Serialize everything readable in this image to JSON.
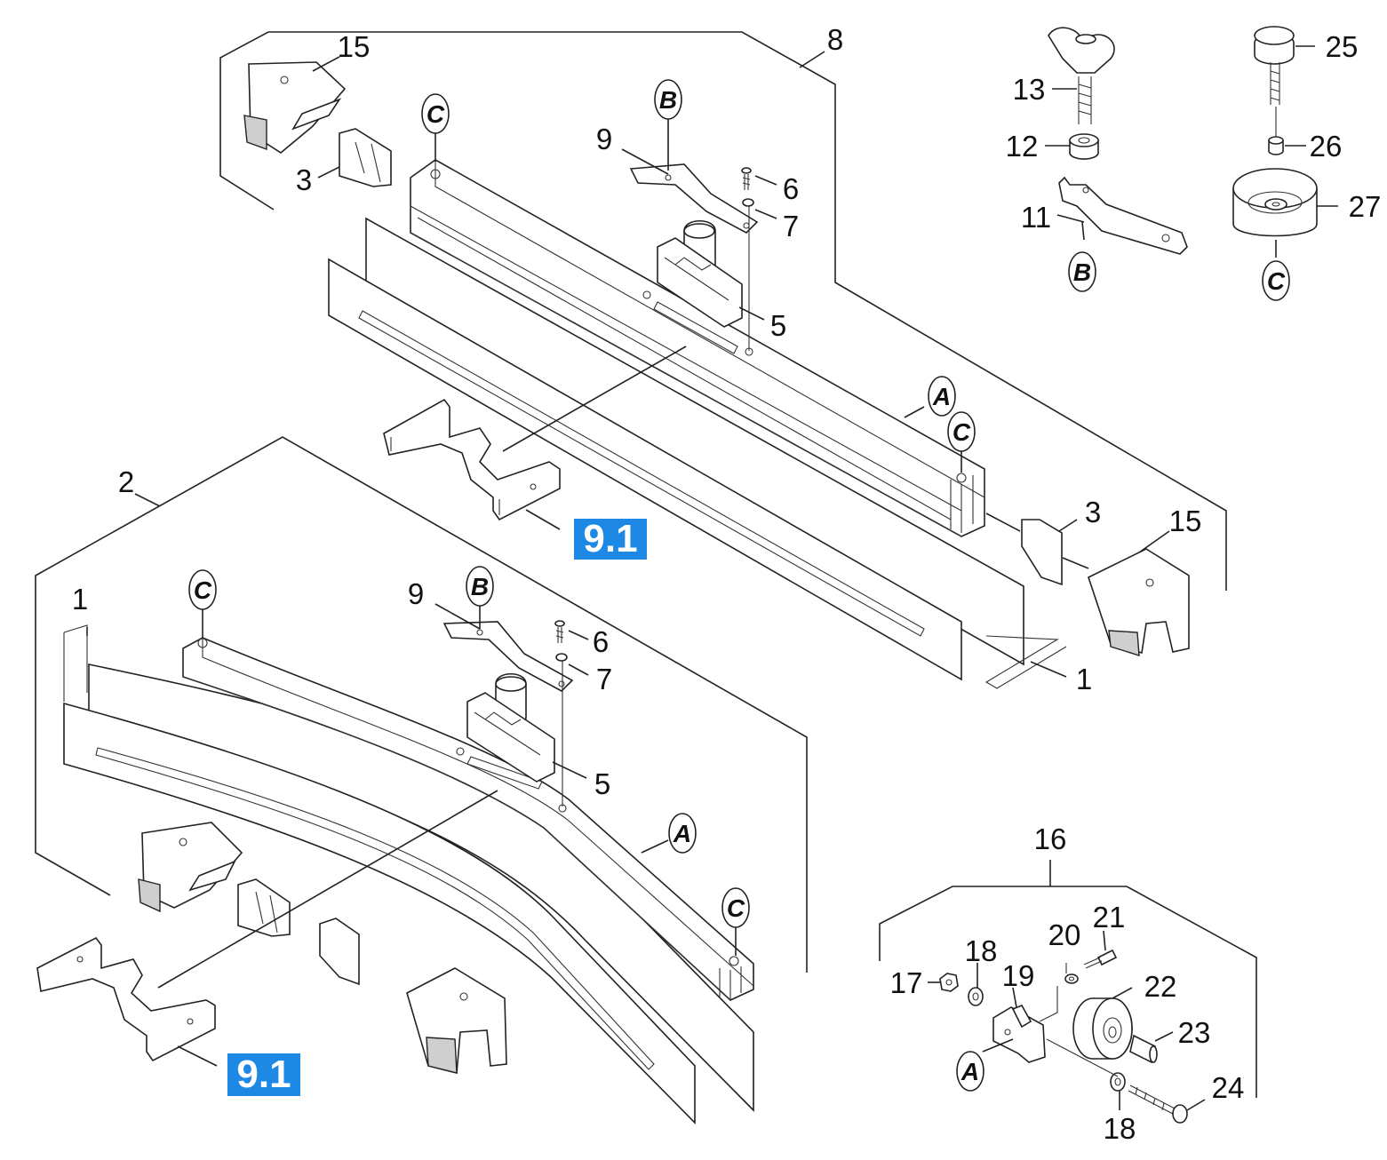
{
  "callouts": {
    "c15a": "15",
    "c8": "8",
    "c25": "25",
    "c13": "13",
    "c12": "12",
    "c26": "26",
    "c11": "11",
    "c27": "27",
    "c9a": "9",
    "c6a": "6",
    "c7a": "7",
    "c3a": "3",
    "c5a": "5",
    "c2": "2",
    "c3b": "3",
    "c15b": "15",
    "c1a": "1",
    "c1b": "1",
    "c9b": "9",
    "c6b": "6",
    "c7b": "7",
    "c5b": "5",
    "c16": "16",
    "c21": "21",
    "c18a": "18",
    "c20": "20",
    "c19": "19",
    "c17": "17",
    "c22": "22",
    "c23": "23",
    "c24": "24",
    "c18b": "18"
  },
  "markers": {
    "mC1": "C",
    "mB1": "B",
    "mA1": "A",
    "mC2": "C",
    "mB2": "B",
    "mC3": "C",
    "mC4": "C",
    "mB3": "B",
    "mA2": "A",
    "mC5": "C",
    "mA3": "A"
  },
  "links": {
    "link1": "9.1",
    "link2": "9.1"
  },
  "colors": {
    "link_bg": "#1e88e5",
    "link_text": "#ffffff",
    "line": "#222222"
  }
}
